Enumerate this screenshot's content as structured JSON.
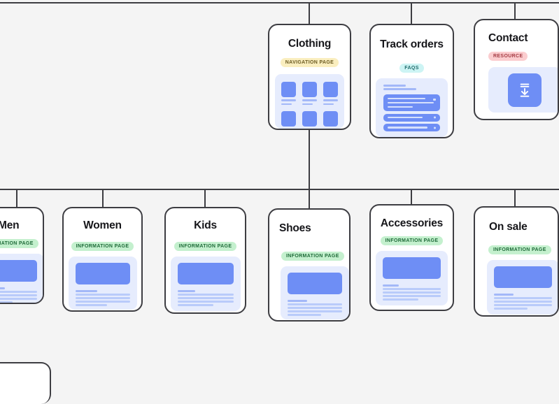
{
  "diagram": {
    "type": "sitemap-tree",
    "background_color": "#f4f4f4",
    "line_color": "#3d3d42",
    "card_border_color": "#3d3d42",
    "card_background": "#ffffff",
    "accent_blue": "#6e8ef5",
    "wire_background": "#e6ecfd",
    "badge_colors": {
      "navigation_page": "#faeebf",
      "faqs": "#cdf4f4",
      "resource": "#fbcdcf",
      "information_page": "#c4f0ce"
    }
  },
  "level_two": {
    "cards": [
      {
        "title": "Clothing",
        "badge": "NAVIGATION PAGE",
        "badge_type": "nav",
        "preview": "thumbnail-grid"
      },
      {
        "title": "Track orders",
        "badge": "FAQS",
        "badge_type": "faqs",
        "preview": "accordion-list"
      },
      {
        "title": "Contact",
        "badge": "RESOURCE",
        "badge_type": "res",
        "preview": "download-tile"
      }
    ]
  },
  "level_three": {
    "cards": [
      {
        "title": "Men",
        "badge": "INFORMATION PAGE",
        "badge_type": "info",
        "preview": "article"
      },
      {
        "title": "Women",
        "badge": "INFORMATION PAGE",
        "badge_type": "info",
        "preview": "article"
      },
      {
        "title": "Kids",
        "badge": "INFORMATION PAGE",
        "badge_type": "info",
        "preview": "article"
      },
      {
        "title": "Shoes",
        "badge": "INFORMATION PAGE",
        "badge_type": "info",
        "preview": "article"
      },
      {
        "title": "Accessories",
        "badge": "INFORMATION PAGE",
        "badge_type": "info",
        "preview": "article"
      },
      {
        "title": "On sale",
        "badge": "INFORMATION PAGE",
        "badge_type": "info",
        "preview": "article"
      }
    ]
  },
  "icons": {
    "download": "download-icon"
  }
}
